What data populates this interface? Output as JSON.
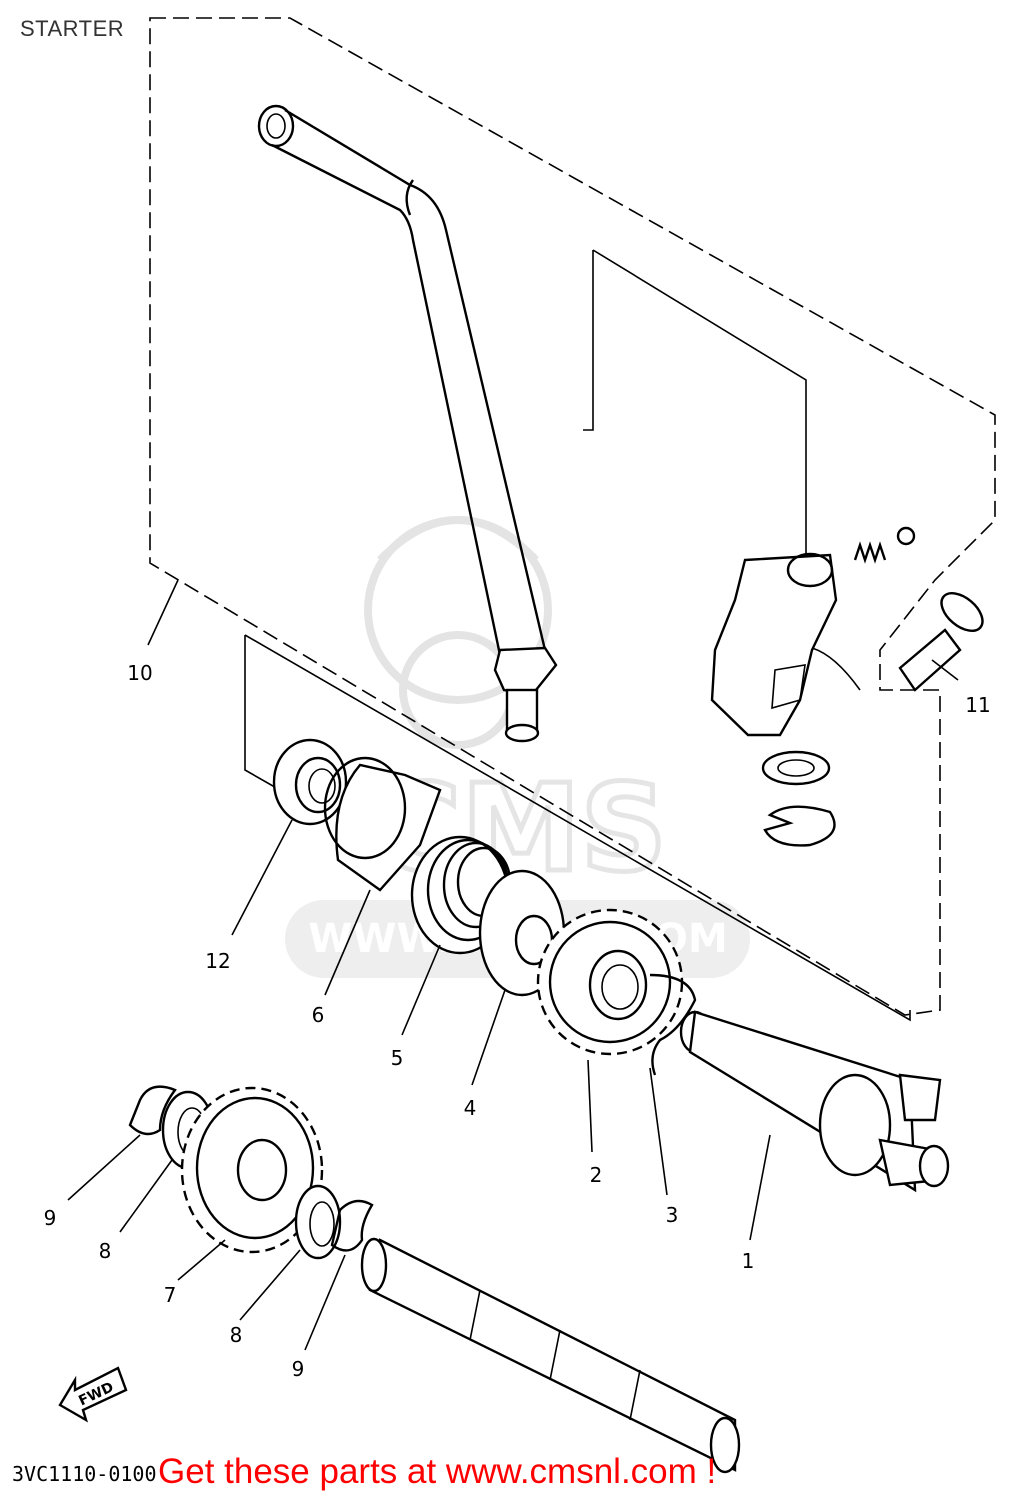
{
  "title": "STARTER",
  "diagram_code": "3VC1110-0100",
  "promo_text": "Get these parts at www.cmsnl.com !",
  "fwd_label": "FWD",
  "watermark_text": "CMS",
  "watermark_url": "WWW.CMSNL.COM",
  "callouts": {
    "c1": "1",
    "c2": "2",
    "c3": "3",
    "c4": "4",
    "c5": "5",
    "c6": "6",
    "c7": "7",
    "c8a": "8",
    "c8b": "8",
    "c9a": "9",
    "c9b": "9",
    "c10": "10",
    "c11": "11",
    "c12": "12"
  },
  "colors": {
    "promo": "#ff0000",
    "line": "#000000",
    "watermark": "#bdbdbd"
  }
}
